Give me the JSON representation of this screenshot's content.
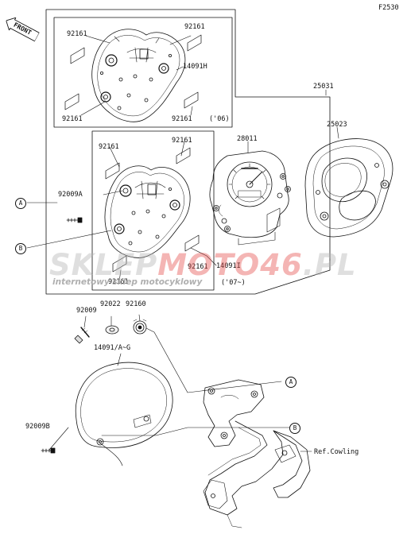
{
  "figure_code": "F2530",
  "front_label": "FRONT",
  "variants": {
    "y06": "('06)",
    "y07": "('07~)"
  },
  "callouts": {
    "a": "A",
    "b": "B"
  },
  "parts": {
    "p25031": "25031",
    "p25023": "25023",
    "p28011": "28011",
    "p14091h": "14091H",
    "p14091i": "14091I",
    "p14091ag": "14091/A~G",
    "p92161": "92161",
    "p92009a": "92009A",
    "p92009": "92009",
    "p92022": "92022",
    "p92160": "92160",
    "p92009b": "92009B"
  },
  "ref_cowling": "Ref.Cowling",
  "watermark": {
    "part1": "SKLEP",
    "part2": "MOTO",
    "part3": "46",
    "part4": ".PL",
    "subtitle": "internetowy sklep motocyklowy",
    "color_grey": "#b5b5b5",
    "color_red": "#e6514f"
  }
}
